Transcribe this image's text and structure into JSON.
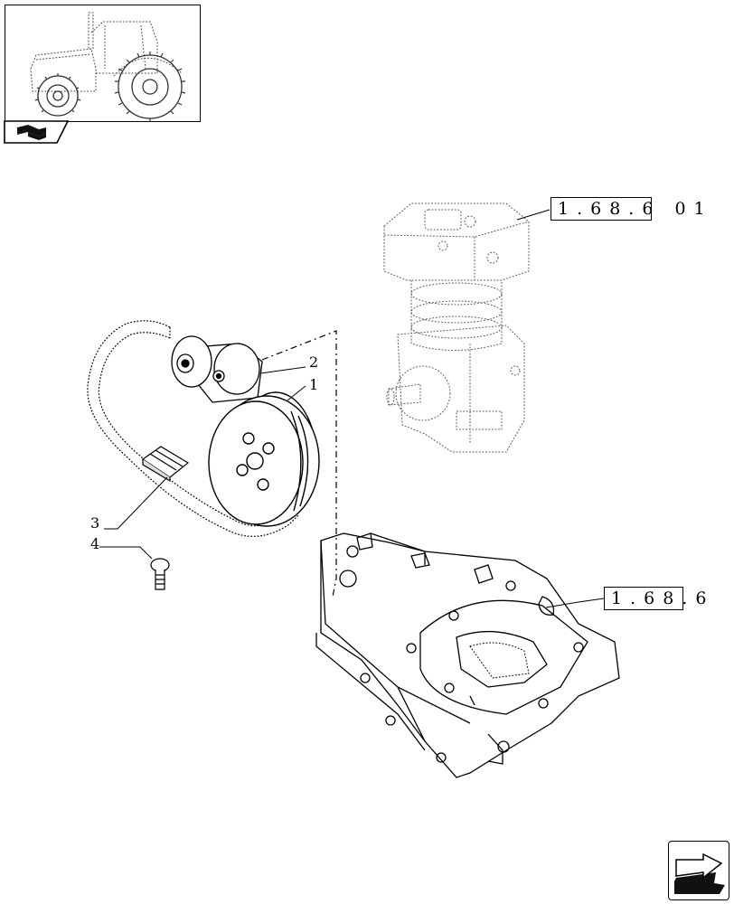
{
  "thumbnail": {
    "icon": "tractor-icon",
    "tab_icon": "book-icon"
  },
  "references": [
    {
      "id": "ref-compressor",
      "text": "1.68.6 01"
    },
    {
      "id": "ref-bracket",
      "text": "1.68.6"
    }
  ],
  "callouts": [
    "1",
    "2",
    "3",
    "4"
  ],
  "navigation": {
    "icon": "arrow-next-page-icon"
  }
}
